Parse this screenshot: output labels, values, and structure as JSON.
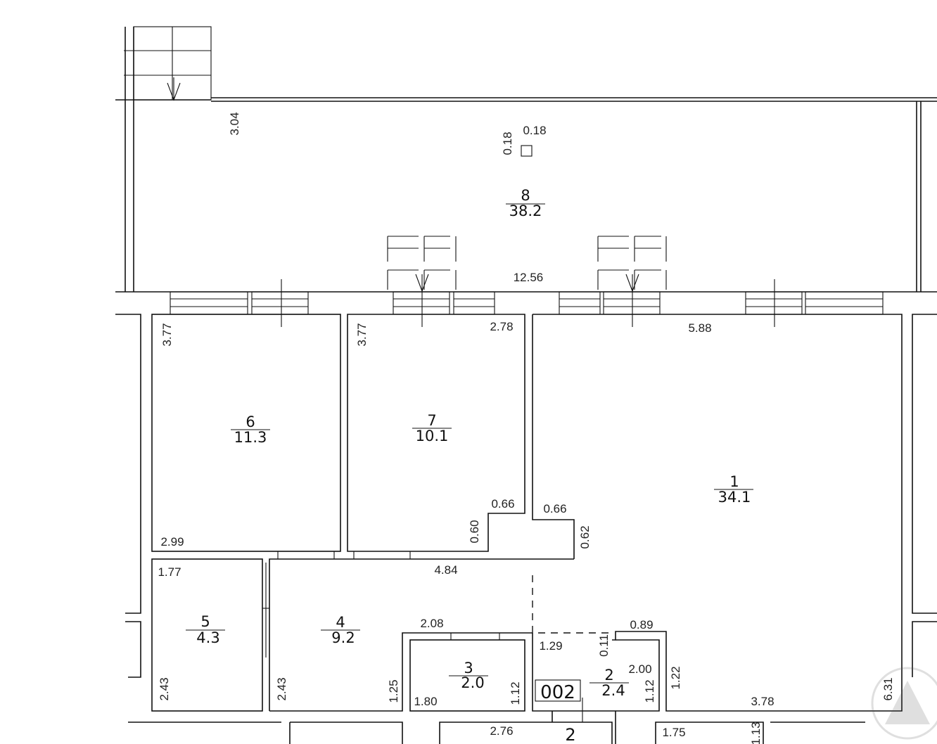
{
  "rooms": [
    {
      "id": "r8",
      "number": "8",
      "area": "38.2"
    },
    {
      "id": "r6",
      "number": "6",
      "area": "11.3"
    },
    {
      "id": "r7",
      "number": "7",
      "area": "10.1"
    },
    {
      "id": "r1",
      "number": "1",
      "area": "34.1"
    },
    {
      "id": "r5",
      "number": "5",
      "area": "4.3"
    },
    {
      "id": "r4",
      "number": "4",
      "area": "9.2"
    },
    {
      "id": "r3",
      "number": "3",
      "area": "2.0"
    },
    {
      "id": "r2",
      "number": "2",
      "area": "2.4"
    }
  ],
  "dimensions": {
    "terrace_height": "3.04",
    "column_h": "0.18",
    "column_v": "0.18",
    "terrace_width": "12.56",
    "room6_height": "3.77",
    "room6_width": "2.99",
    "room7_height": "3.77",
    "room7_width": "2.78",
    "room7_notch_w": "0.66",
    "room7_notch_h": "0.60",
    "room1_width": "5.88",
    "room1_notch_w": "0.66",
    "room1_notch_h": "0.62",
    "room1_height": "6.31",
    "room1_bottom": "3.78",
    "room5_width": "1.77",
    "room5_height": "2.43",
    "room4_width": "4.84",
    "room4_height": "2.43",
    "room4_side": "1.25",
    "room3_top": "2.08",
    "room3_bottom": "1.80",
    "room3_side": "1.12",
    "room2_top": "1.29",
    "room2_notch_h": "0.11",
    "room2_notch_w": "0.89",
    "room2_width": "2.00",
    "room2_side": "1.12",
    "room2_right": "1.22",
    "lower_a": "2.76",
    "lower_b": "1.75",
    "lower_c": "1.13"
  },
  "markers": {
    "room_code": "002",
    "lower_room_number": "2"
  }
}
